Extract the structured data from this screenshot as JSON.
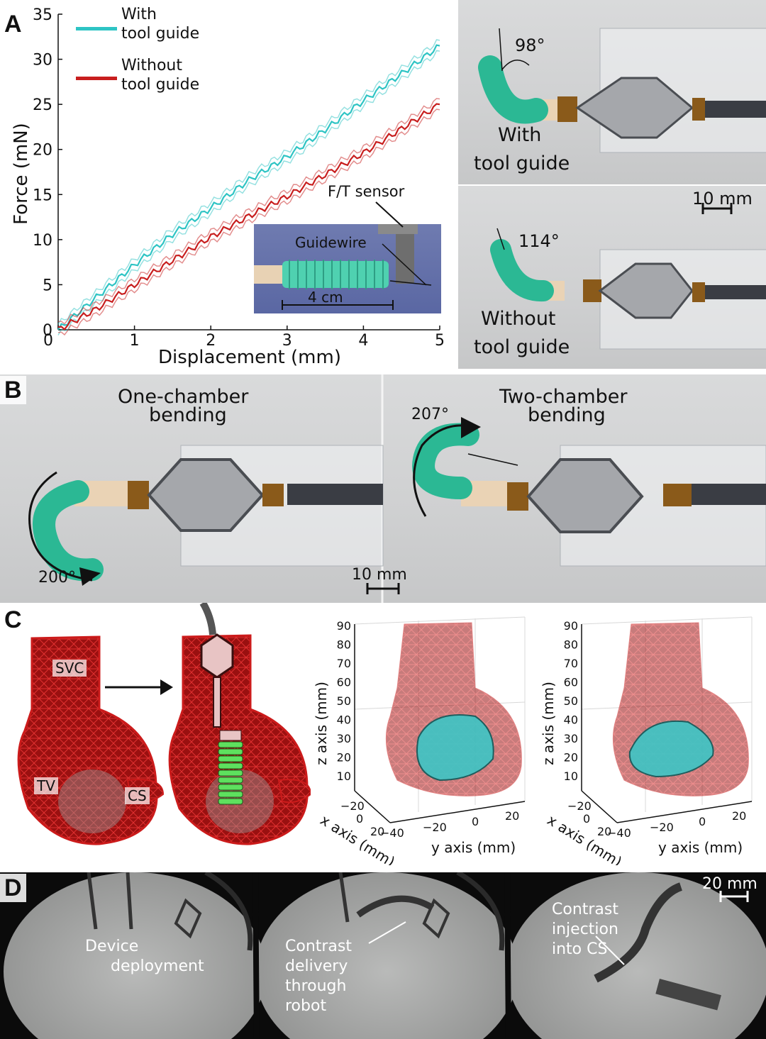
{
  "panels": {
    "a": {
      "letter": "A",
      "legend": [
        {
          "label_line1": "With",
          "label_line2": "tool guide",
          "color": "#2ec4c4"
        },
        {
          "label_line1": "Without",
          "label_line2": "tool guide",
          "color": "#c81e1e"
        }
      ],
      "inset": {
        "sensor_label": "F/T sensor",
        "guidewire_label": "Guidewire",
        "scale_label": "4 cm"
      },
      "photo_top": {
        "angle": "98°",
        "label_line1": "With",
        "label_line2": "tool guide"
      },
      "scale_label": "10 mm",
      "photo_bottom": {
        "angle": "114°",
        "label_line1": "Without",
        "label_line2": "tool guide"
      }
    },
    "b": {
      "letter": "B",
      "left": {
        "title_line1": "One-chamber",
        "title_line2": "bending",
        "angle": "200°"
      },
      "right": {
        "title_line1": "Two-chamber",
        "title_line2": "bending",
        "angle": "207°"
      },
      "scale_label": "10 mm"
    },
    "c": {
      "letter": "C",
      "labels": {
        "svc": "SVC",
        "tv": "TV",
        "cs": "CS"
      },
      "plot_axes": {
        "z_label": "z axis (mm)",
        "x_label": "x axis (mm)",
        "y_label": "y axis (mm)",
        "z_ticks": [
          "90",
          "80",
          "70",
          "60",
          "50",
          "40",
          "30",
          "20",
          "10"
        ],
        "x_ticks": [
          "−20",
          "0",
          "20"
        ],
        "y_ticks": [
          "−40",
          "−20",
          "0",
          "20"
        ]
      }
    },
    "d": {
      "letter": "D",
      "scale_label": "20 mm",
      "captions": [
        {
          "line1": "Device",
          "line2": "deployment",
          "line3": ""
        },
        {
          "line1": "Contrast",
          "line2": "delivery",
          "line3": "through",
          "line4": "robot"
        },
        {
          "line1": "Contrast",
          "line2": "injection",
          "line3": "into CS"
        }
      ]
    }
  },
  "chart_data": {
    "type": "line",
    "title": "",
    "xlabel": "Displacement (mm)",
    "ylabel": "Force (mN)",
    "xlim": [
      0,
      5
    ],
    "ylim": [
      0,
      35
    ],
    "xticks": [
      "0",
      "1",
      "2",
      "3",
      "4",
      "5"
    ],
    "yticks": [
      "0",
      "5",
      "10",
      "15",
      "20",
      "25",
      "30",
      "35"
    ],
    "legend_position": "top-left",
    "x": [
      0,
      0.5,
      1,
      1.5,
      2,
      2.5,
      3,
      3.5,
      4,
      4.5,
      5
    ],
    "series": [
      {
        "name": "With tool guide",
        "color": "#2ec4c4",
        "values": [
          0,
          3.6,
          7.2,
          10.6,
          13.5,
          16.6,
          19.2,
          22.2,
          25.4,
          28.4,
          31.5
        ]
      },
      {
        "name": "Without tool guide",
        "color": "#c81e1e",
        "values": [
          0,
          2.3,
          5.0,
          7.7,
          10.3,
          12.6,
          14.8,
          17.2,
          19.6,
          22.3,
          25.0
        ]
      }
    ]
  }
}
